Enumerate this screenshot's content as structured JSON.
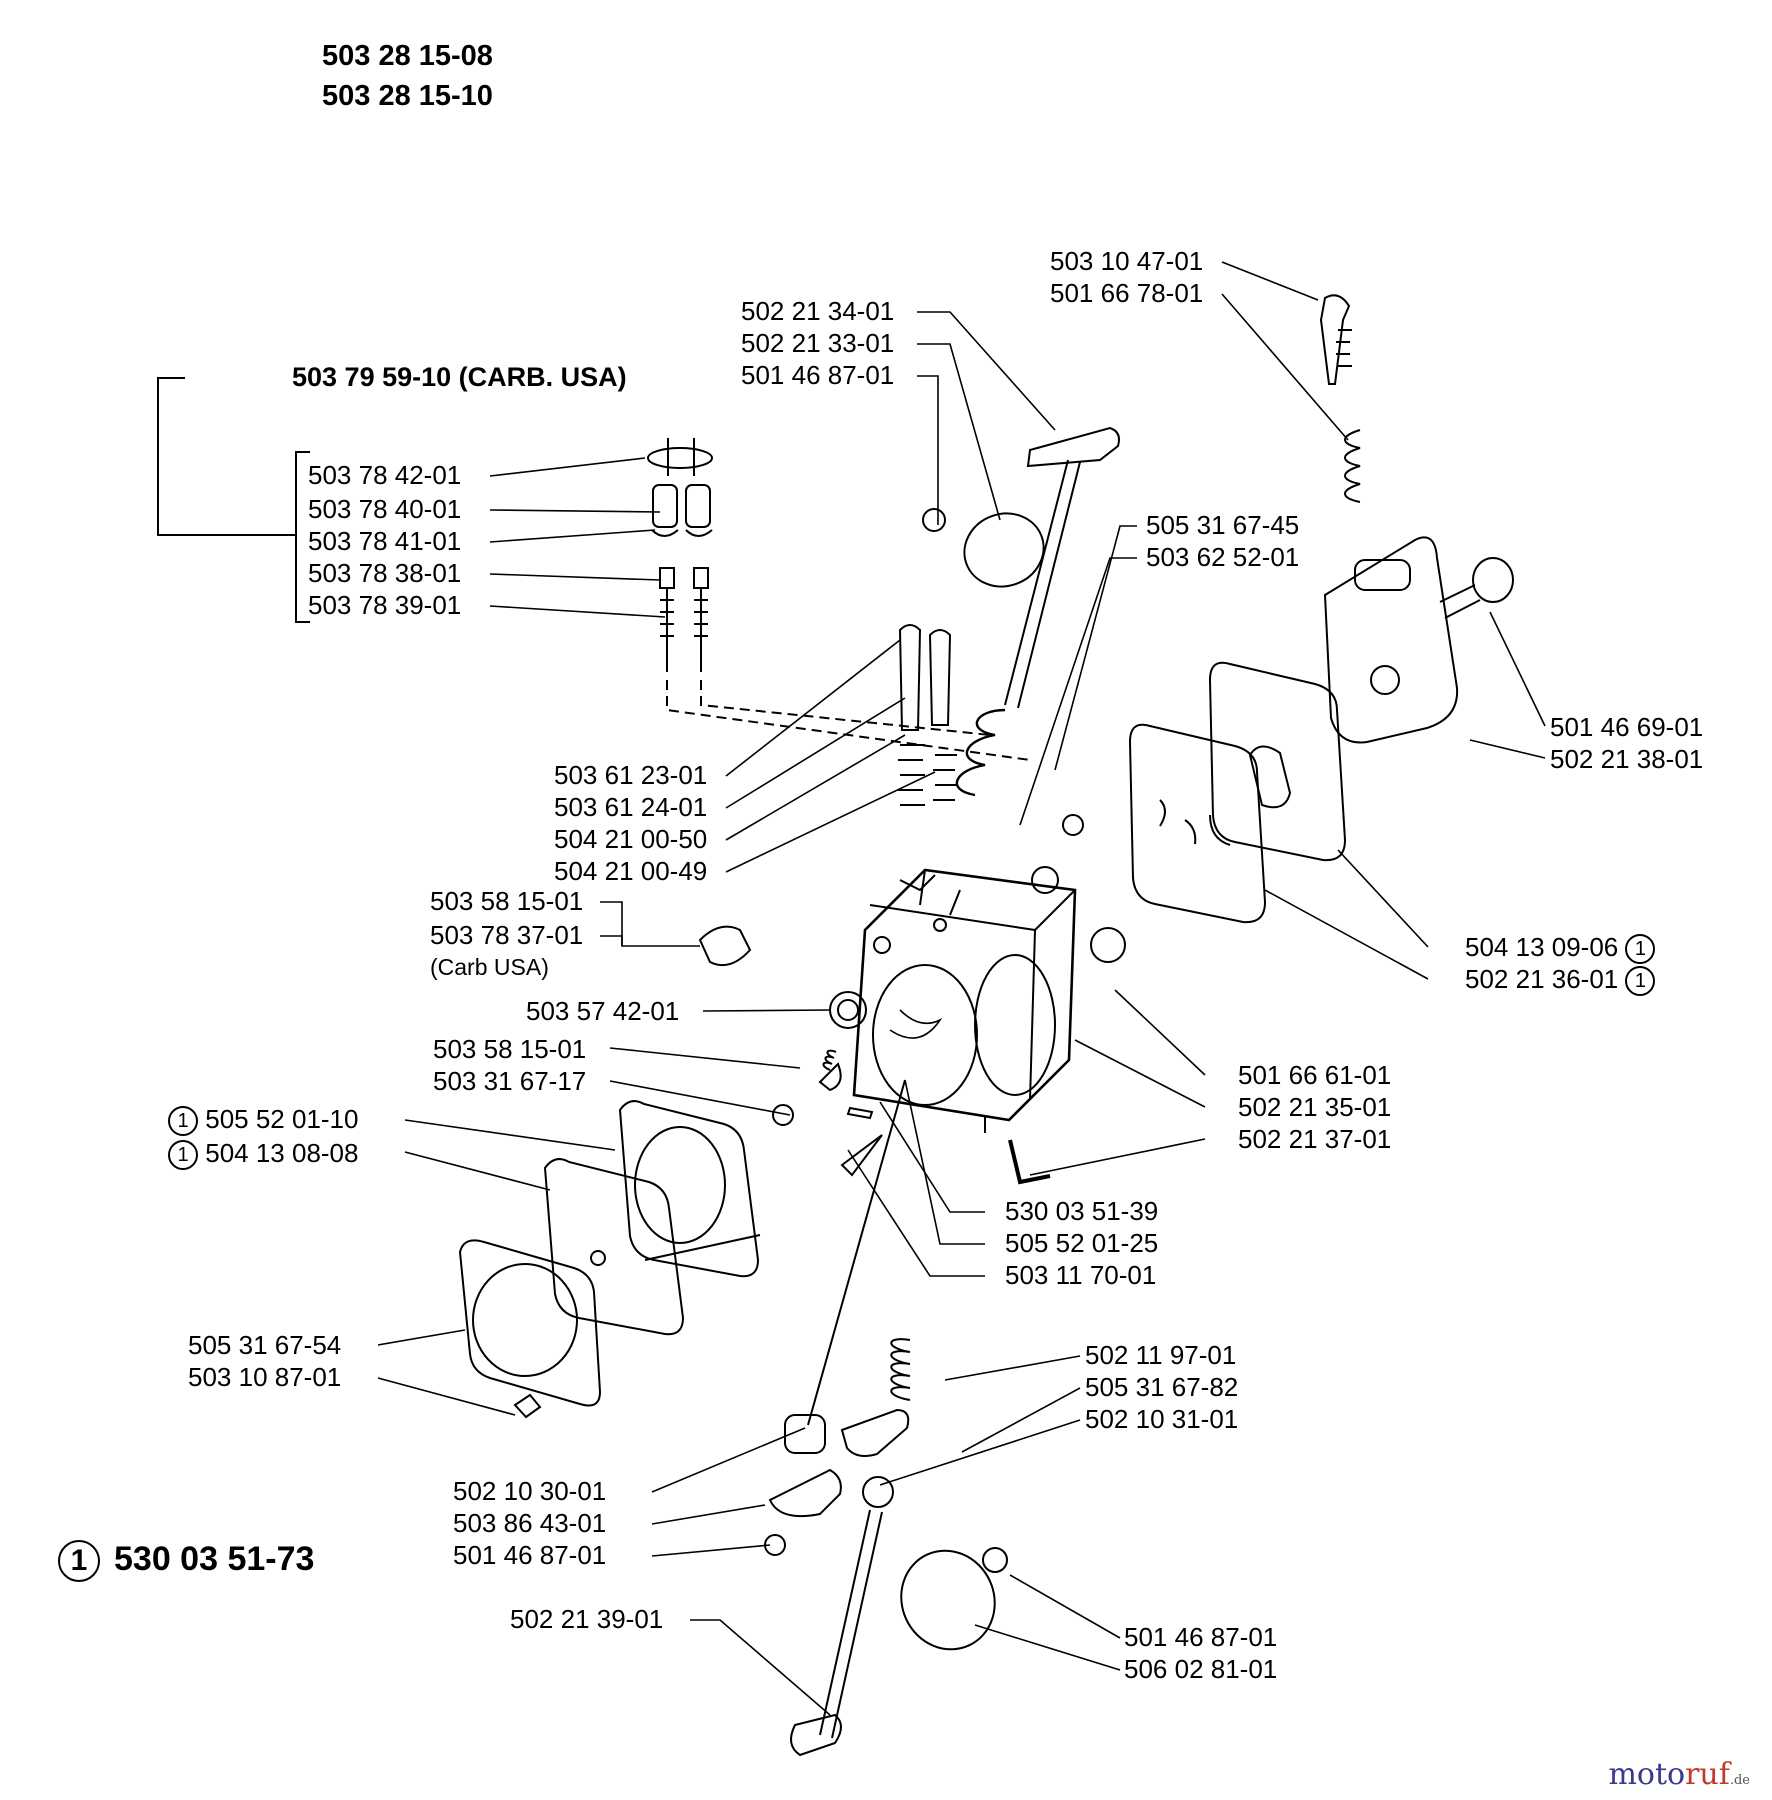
{
  "header": {
    "line1": "503 28 15-08",
    "line2": "503 28 15-10"
  },
  "subassembly": {
    "label": "503 79 59-10 (CARB. USA)"
  },
  "kit": {
    "ref": "1",
    "label": "530 03 51-73"
  },
  "watermark": {
    "main": "moto",
    "accent": "ruf",
    "suffix": ".de"
  },
  "labels": {
    "l01": "503 10 47-01",
    "l02": "501 66 78-01",
    "l03": "502 21 34-01",
    "l04": "502 21 33-01",
    "l05": "501 46 87-01",
    "l06": "503 78 42-01",
    "l07": "503 78 40-01",
    "l08": "503 78 41-01",
    "l09": "503 78 38-01",
    "l10": "503 78 39-01",
    "l11": "505 31 67-45",
    "l12": "503 62 52-01",
    "l13": "501 46 69-01",
    "l14": "502 21 38-01",
    "l15": "503 61 23-01",
    "l16": "503 61 24-01",
    "l17": "504 21 00-50",
    "l18": "504 21 00-49",
    "l19": "503 58 15-01",
    "l20": "503 78 37-01",
    "l21": "(Carb  USA)",
    "l22": "504 13 09-06",
    "l23": "502 21 36-01",
    "l24": "503 57 42-01",
    "l25": "503 58 15-01",
    "l26": "503 31 67-17",
    "l27": "501 66 61-01",
    "l28": "502 21 35-01",
    "l29": "502 21 37-01",
    "l30": "505 52 01-10",
    "l31": "504 13 08-08",
    "l32": "530 03 51-39",
    "l33": "505 52 01-25",
    "l34": "503 11 70-01",
    "l35": "505 31 67-54",
    "l36": "503 10 87-01",
    "l37": "502 11 97-01",
    "l38": "505 31 67-82",
    "l39": "502 10 31-01",
    "l40": "502 10 30-01",
    "l41": "503 86 43-01",
    "l42": "501 46 87-01",
    "l43": "502 21 39-01",
    "l44": "501 46 87-01",
    "l45": "506 02 81-01"
  },
  "refs": {
    "r22": "1",
    "r23": "1",
    "r30": "1",
    "r31": "1"
  }
}
